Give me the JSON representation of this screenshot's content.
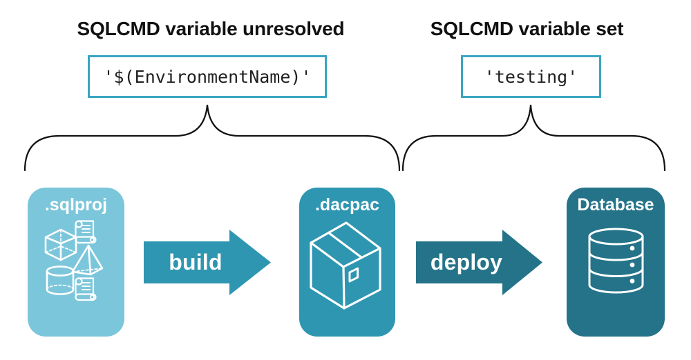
{
  "annotations": {
    "left": {
      "heading": "SQLCMD variable unresolved",
      "value": "'$(EnvironmentName)'"
    },
    "right": {
      "heading": "SQLCMD variable set",
      "value": "'testing'"
    }
  },
  "pipeline": {
    "stages": [
      {
        "label": ".sqlproj",
        "icon": "sql-project-objects-icon",
        "color": "#7CC6DB"
      },
      {
        "label": ".dacpac",
        "icon": "package-box-icon",
        "color": "#2E96B1"
      },
      {
        "label": "Database",
        "icon": "database-cylinder-icon",
        "color": "#247389"
      }
    ],
    "arrows": [
      {
        "label": "build",
        "color": "#2E96B1"
      },
      {
        "label": "deploy",
        "color": "#247389"
      }
    ]
  },
  "colors": {
    "background": "#FFFFFF",
    "heading_text": "#111111",
    "code_text": "#1F1F1F",
    "code_box_border": "#3AA5C1",
    "brace": "#111111",
    "stage_sqlproj": "#7CC6DB",
    "stage_dacpac": "#2E96B1",
    "stage_database": "#247389",
    "arrow_build": "#2E96B1",
    "arrow_deploy": "#247389",
    "icon_stroke": "#FFFFFF",
    "stage_label_text": "#FFFFFF"
  }
}
